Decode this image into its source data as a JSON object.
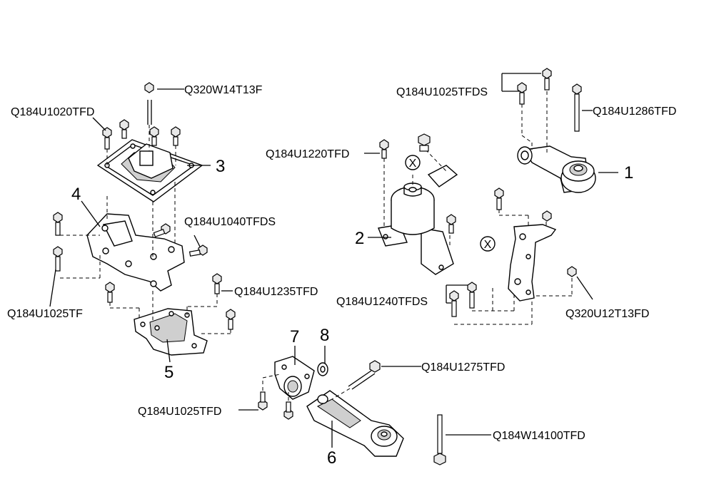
{
  "labels": {
    "q320w14t13f": "Q320W14T13F",
    "q184u1020tfd": "Q184U1020TFD",
    "q184u1025tfds": "Q184U1025TFDS",
    "q184u1286tfd": "Q184U1286TFD",
    "q184u1220tfd": "Q184U1220TFD",
    "q184u1040tfds": "Q184U1040TFDS",
    "q184u1025tf": "Q184U1025TF",
    "q184u1235tfd": "Q184U1235TFD",
    "q184u1240tfds": "Q184U1240TFDS",
    "q320u12t13fd": "Q320U12T13FD",
    "q184u1275tfd": "Q184U1275TFD",
    "q184u1025tfd": "Q184U1025TFD",
    "q184w14100tfd": "Q184W14100TFD"
  },
  "callouts": {
    "part1": "1",
    "part2": "2",
    "part3": "3",
    "part4": "4",
    "part5": "5",
    "part6": "6",
    "part7": "7",
    "part8": "8",
    "ref_x_left": "X",
    "ref_x_right": "X"
  }
}
